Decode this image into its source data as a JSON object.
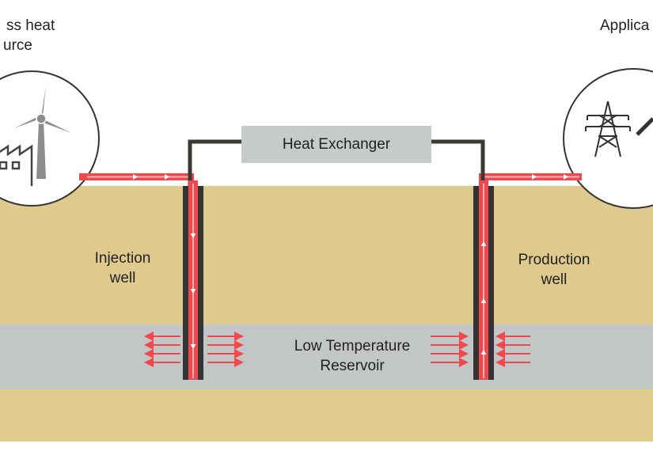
{
  "labels": {
    "source": {
      "line1": "ss heat",
      "line2": "urce"
    },
    "application": "Applica",
    "heat_exchanger": "Heat Exchanger",
    "injection_well": {
      "line1": "Injection",
      "line2": "well"
    },
    "production_well": {
      "line1": "Production",
      "line2": "well"
    },
    "reservoir": {
      "line1": "Low Temperature",
      "line2": "Reservoir"
    }
  },
  "colors": {
    "soil": "#dfca8e",
    "soil_bottom": "#e1cc90",
    "reservoir": "#c2c6c5",
    "pipe": "#333333",
    "hot_flow": "#f0484d",
    "flow_light": "#f7b3b3",
    "heat_exchanger": "#c5cbca",
    "circle_stroke": "#333333"
  },
  "icons": {
    "source": [
      "wind-turbine-icon",
      "factory-icon"
    ],
    "application": [
      "power-pylon-icon",
      "tool-icon"
    ]
  }
}
